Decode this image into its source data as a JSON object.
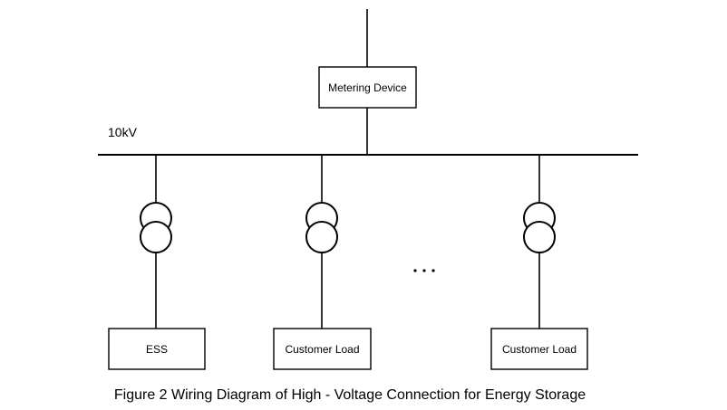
{
  "metering_device": {
    "label": "Metering Device"
  },
  "bus": {
    "voltage_label": "10kV"
  },
  "feeders": [
    {
      "label": "ESS"
    },
    {
      "label": "Customer Load"
    },
    {
      "label": "Customer Load"
    }
  ],
  "continuation": "...",
  "caption": "Figure 2 Wiring Diagram of High - Voltage Connection for Energy Storage",
  "colors": {
    "line": "#000000",
    "background": "#ffffff"
  }
}
